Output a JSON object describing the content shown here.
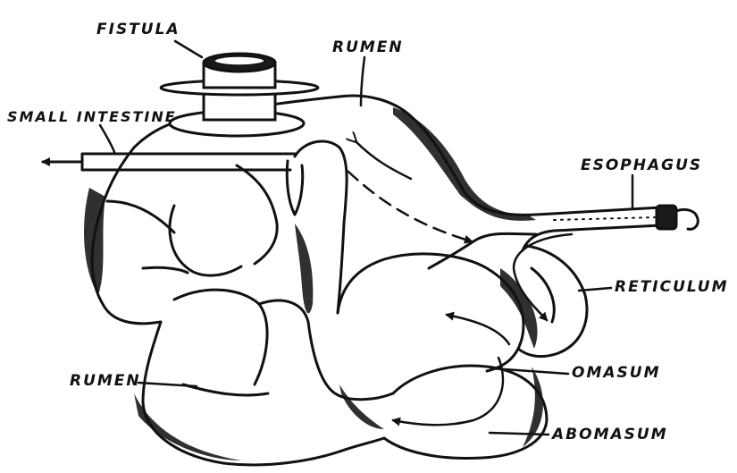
{
  "labels": {
    "fistula": "FISTULA",
    "rumen_top": "RUMEN",
    "small_intestine": "SMALL INTESTINE",
    "esophagus": "ESOPHAGUS",
    "reticulum": "RETICULUM",
    "rumen_left": "RUMEN",
    "omasum": "OMASUM",
    "abomasum": "ABOMASUM"
  },
  "colors": {
    "ink": "#111111",
    "shade": "#1a1a1a",
    "paper": "#ffffff"
  }
}
